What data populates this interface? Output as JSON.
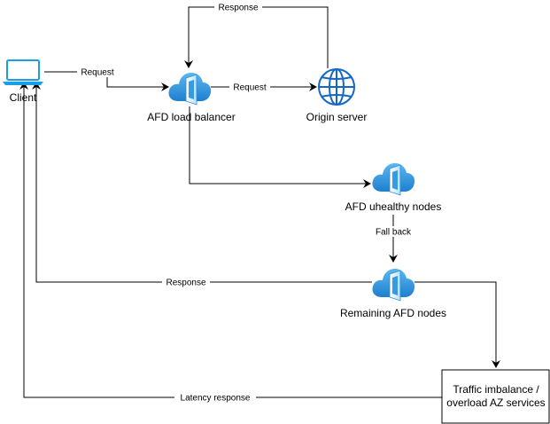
{
  "nodes": {
    "client": {
      "label": "Client",
      "icon": "laptop-icon"
    },
    "afd_load_balancer": {
      "label": "AFD load balancer",
      "icon": "azure-front-door-icon"
    },
    "origin_server": {
      "label": "Origin server",
      "icon": "globe-icon"
    },
    "afd_unhealthy_nodes": {
      "label": "AFD uhealthy nodes",
      "icon": "azure-front-door-icon"
    },
    "remaining_afd_nodes": {
      "label": "Remaining AFD nodes",
      "icon": "azure-front-door-icon"
    },
    "traffic_box": {
      "line1": "Traffic imbalance /",
      "line2": "overload AZ services"
    }
  },
  "edges": {
    "origin_response": "Response",
    "client_request": "Request",
    "lb_request": "Request",
    "fall_back": "Fall back",
    "remaining_response": "Response",
    "latency_response": "Latency response"
  },
  "colors": {
    "azure_blue": "#0078d4",
    "azure_light": "#50b4f0",
    "laptop_blue": "#1a9ee6",
    "globe_blue": "#1466c8",
    "line": "#000000"
  }
}
